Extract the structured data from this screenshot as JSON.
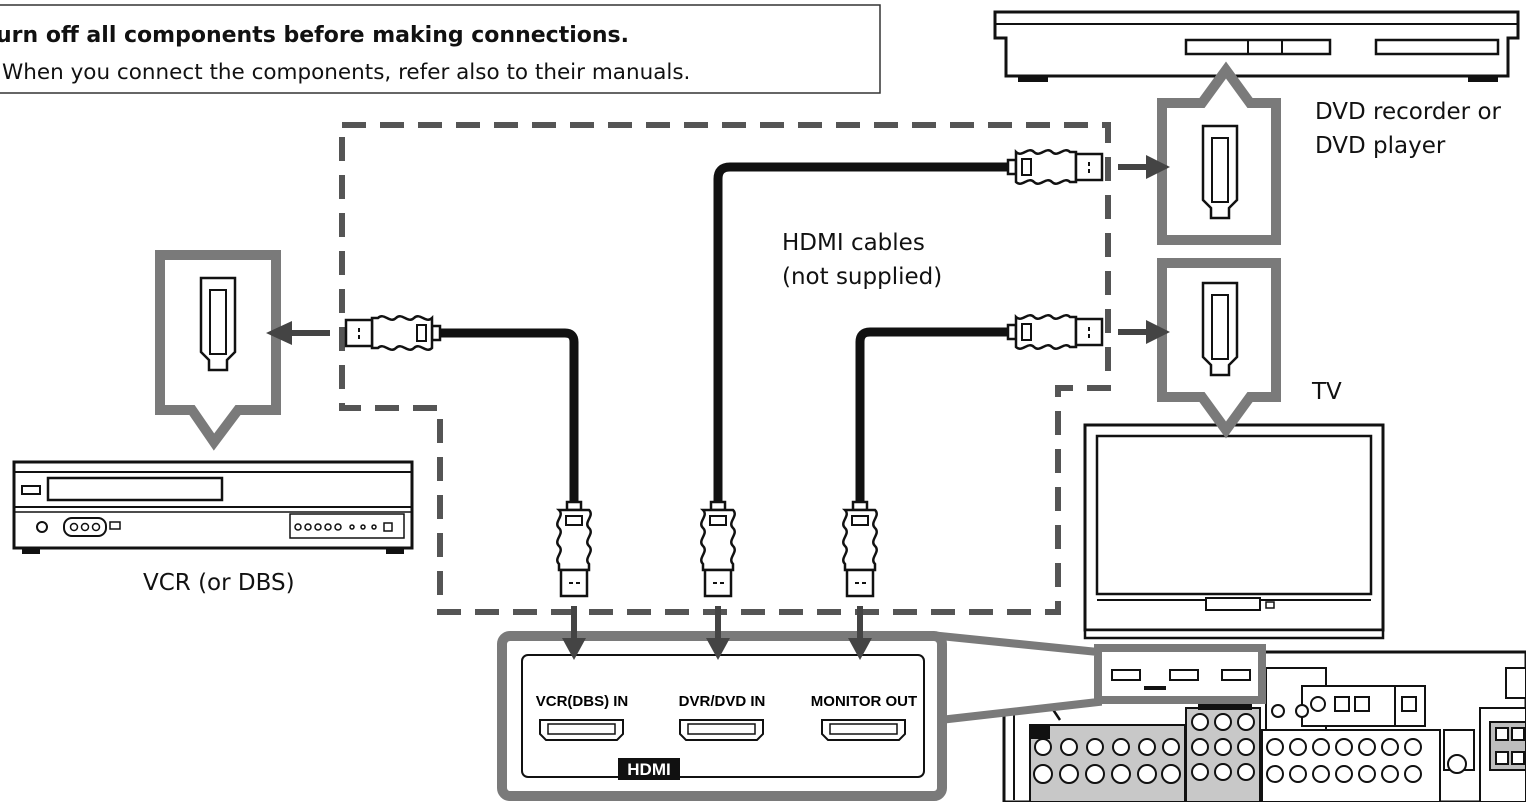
{
  "note": {
    "line1": "urn off all components before making connections.",
    "line2": "When you connect the components, refer also to their manuals."
  },
  "labels": {
    "dvd_line1": "DVD recorder or",
    "dvd_line2": "DVD player",
    "cables_line1": "HDMI cables",
    "cables_line2": "(not supplied)",
    "tv": "TV",
    "vcr": "VCR (or DBS)"
  },
  "panel": {
    "vcr_in": "VCR(DBS) IN",
    "dvr_in": "DVR/DVD IN",
    "monitor_out": "MONITOR OUT",
    "badge": "HDMI"
  }
}
